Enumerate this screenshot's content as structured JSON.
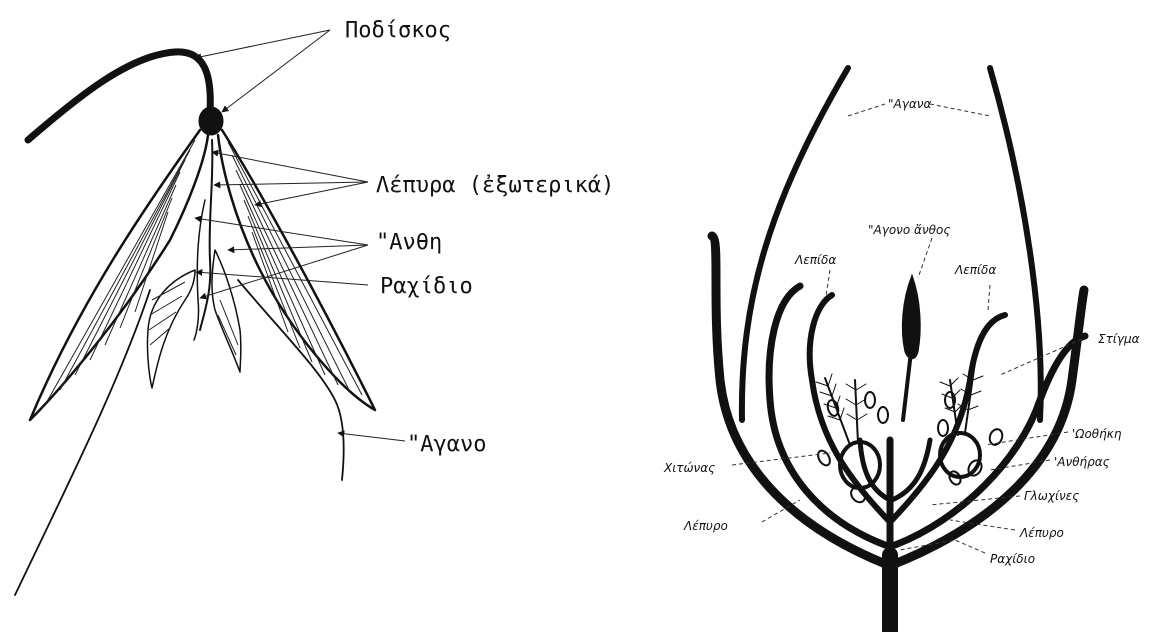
{
  "left_diagram": {
    "labels": {
      "podiskos": "Ποδίσκος",
      "lepyra_exoterika": "Λέπυρα (ἐξωτερικά)",
      "anthi": "\"Ανθη",
      "rachidio": "Ραχίδιο",
      "agano": "\"Αγανο"
    }
  },
  "right_diagram": {
    "labels": {
      "agana": "\"Αγανα",
      "agono_anthos": "\"Αγονο ἄνθος",
      "lepida_left": "Λεπίδα",
      "lepida_right": "Λεπίδα",
      "stigma": "Στίγμα",
      "oothiki": "'Ωοθήκη",
      "chitonas": "Χιτώνας",
      "anthiras": "'Ανθήρας",
      "glochines": "Γλωχίνες",
      "lepyro_left": "Λέπυρο",
      "lepyro_right": "Λέπυρο",
      "rachidio": "Ραχίδιο"
    }
  }
}
